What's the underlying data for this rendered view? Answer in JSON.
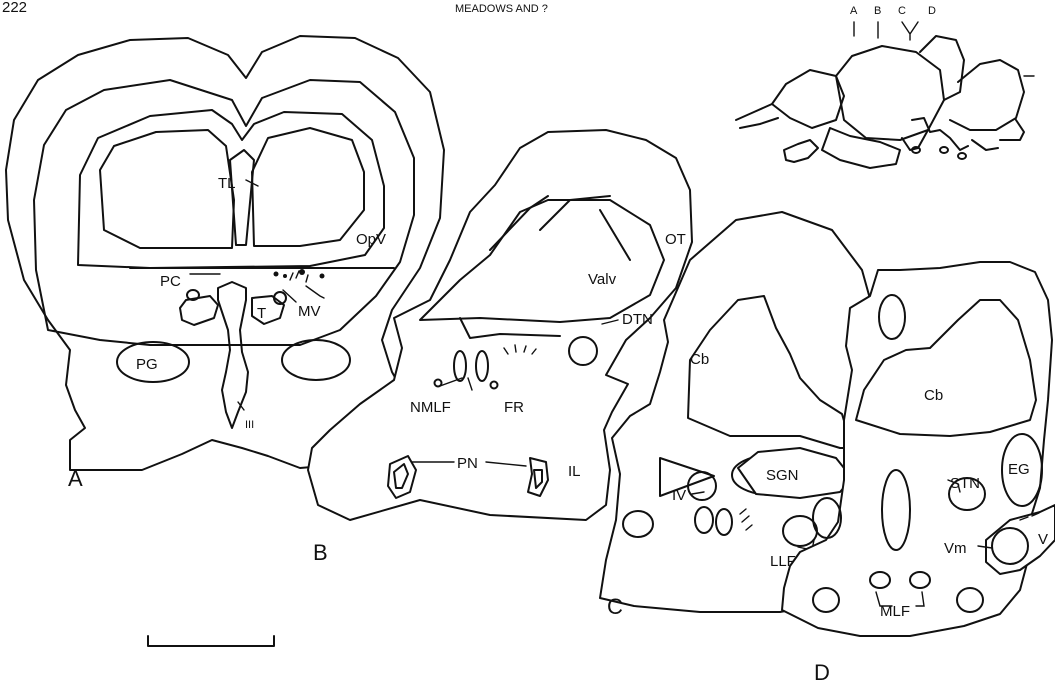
{
  "page_number": "222",
  "running_head": "MEADOWS AND ?",
  "panel_letters": {
    "a": "A",
    "b": "B",
    "c": "C",
    "d": "D"
  },
  "inset_markers": {
    "a": "A",
    "b": "B",
    "c": "C",
    "d": "D"
  },
  "labels": {
    "TL": "TL",
    "OpV": "OpV",
    "PC": "PC",
    "T": "T",
    "MV": "MV",
    "PG": "PG",
    "III": "III",
    "OT": "OT",
    "Valv": "Valv",
    "DTN": "DTN",
    "NMLF": "NMLF",
    "FR": "FR",
    "PN": "PN",
    "IL": "IL",
    "Cb_C": "Cb",
    "SGN": "SGN",
    "IV": "IV",
    "LLF": "LLF",
    "Cb_D": "Cb",
    "EG": "EG",
    "STN": "STN",
    "Vm": "Vm",
    "V": "V",
    "MLF": "MLF"
  }
}
